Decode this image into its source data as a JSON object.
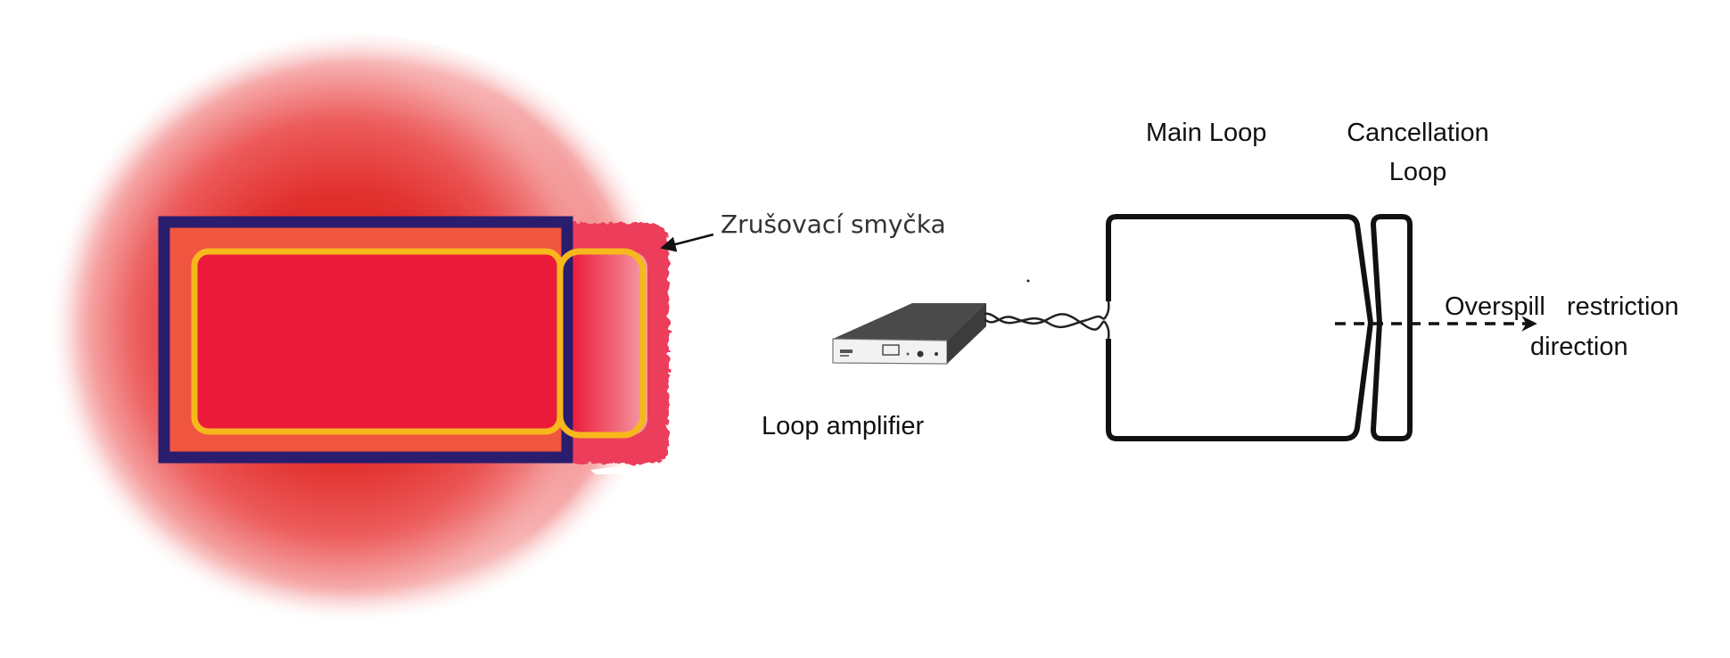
{
  "labels": {
    "cancellation_loop_cz": "Zrušovací smyčka",
    "loop_amplifier": "Loop amplifier",
    "main_loop": "Main Loop",
    "cancellation_loop_line1": "Cancellation",
    "cancellation_loop_line2": "Loop",
    "overspill_line1": "Overspill   restriction",
    "overspill_line2": "direction"
  },
  "colors": {
    "field_red": "#e2262a",
    "loop_fill_red": "#ec1b3b",
    "loop_navy": "#2a1d6e",
    "loop_yellow": "#f7b81c",
    "cancellation_pink": "#f2707f",
    "line_black": "#111111",
    "amplifier_top": "#5a5a5a"
  },
  "icons": {
    "amplifier": "rack-amplifier-icon",
    "arrow": "arrow-icon"
  }
}
